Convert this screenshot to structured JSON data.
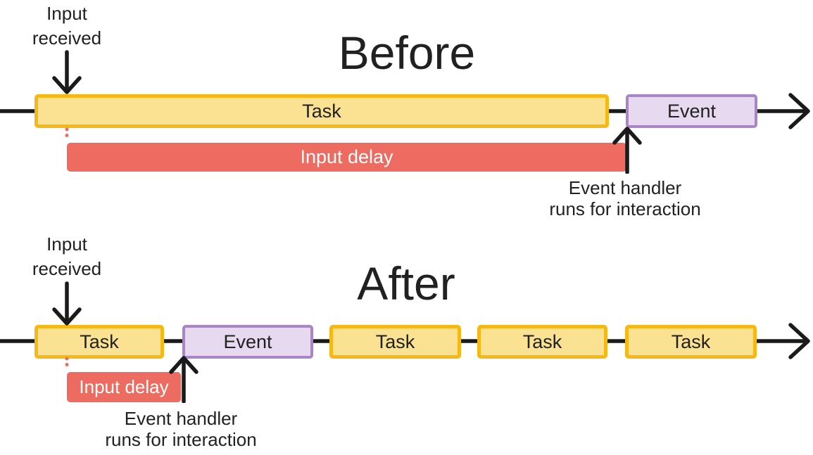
{
  "colors": {
    "task-fill": "#FBE192",
    "task-border": "#F5B816",
    "event-fill": "#E7DAF0",
    "event-border": "#A985C7",
    "delay-fill": "#ED6B60",
    "delay-text": "#FFFFFF",
    "ink": "#1A1A1A",
    "text": "#212121"
  },
  "before": {
    "title": "Before",
    "input_received": [
      "Input",
      "received"
    ],
    "task_label": "Task",
    "event_label": "Event",
    "input_delay_label": "Input delay",
    "event_handler": [
      "Event handler",
      "runs for interaction"
    ]
  },
  "after": {
    "title": "After",
    "input_received": [
      "Input",
      "received"
    ],
    "boxes": [
      {
        "type": "task",
        "label": "Task"
      },
      {
        "type": "event",
        "label": "Event"
      },
      {
        "type": "task",
        "label": "Task"
      },
      {
        "type": "task",
        "label": "Task"
      },
      {
        "type": "task",
        "label": "Task"
      }
    ],
    "input_delay_label": "Input delay",
    "event_handler": [
      "Event handler",
      "runs for interaction"
    ]
  }
}
